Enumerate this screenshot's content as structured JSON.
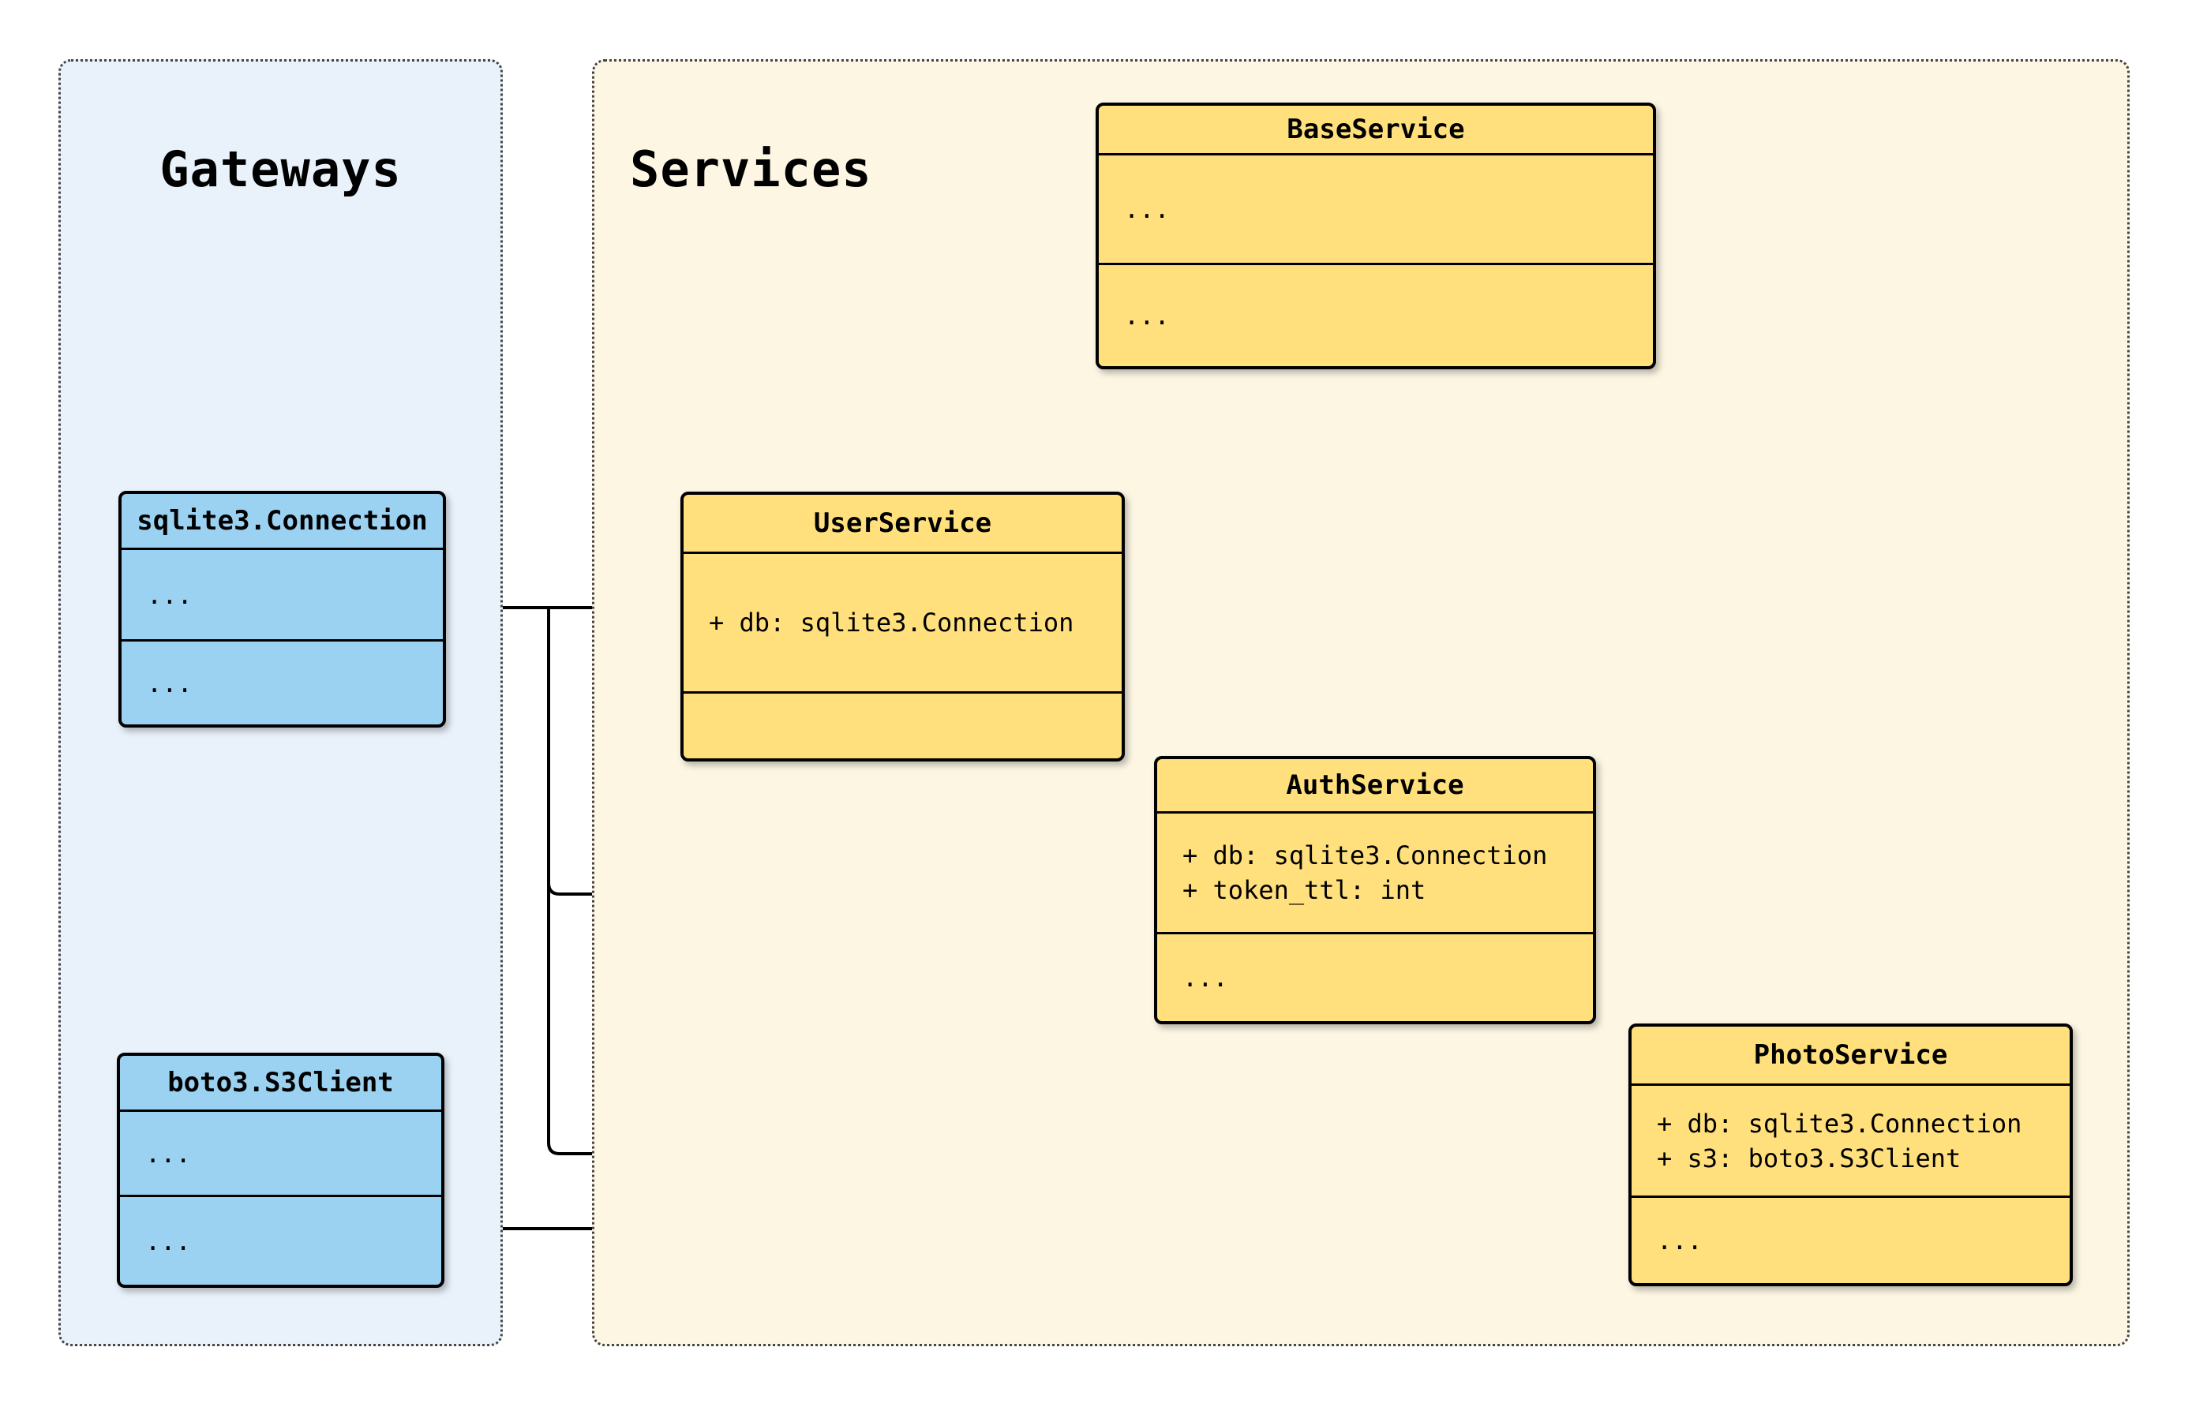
{
  "diagram_type": "uml-class-diagram",
  "containers": {
    "gateways": {
      "title": "Gateways"
    },
    "services": {
      "title": "Services"
    }
  },
  "classes": {
    "sqlite_connection": {
      "name": "sqlite3.Connection",
      "attributes": [
        "..."
      ],
      "methods": [
        "..."
      ]
    },
    "boto3_s3client": {
      "name": "boto3.S3Client",
      "attributes": [
        "..."
      ],
      "methods": [
        "..."
      ]
    },
    "base_service": {
      "name": "BaseService",
      "attributes": [
        "..."
      ],
      "methods": [
        "..."
      ]
    },
    "user_service": {
      "name": "UserService",
      "attributes": [
        "+ db: sqlite3.Connection"
      ],
      "methods": []
    },
    "auth_service": {
      "name": "AuthService",
      "attributes": [
        "+ db: sqlite3.Connection",
        "+ token_ttl: int"
      ],
      "methods": [
        "..."
      ]
    },
    "photo_service": {
      "name": "PhotoService",
      "attributes": [
        "+ db: sqlite3.Connection",
        "+ s3: boto3.S3Client"
      ],
      "methods": [
        "..."
      ]
    }
  },
  "relationships": [
    {
      "from": "UserService",
      "to": "BaseService",
      "type": "inheritance"
    },
    {
      "from": "AuthService",
      "to": "BaseService",
      "type": "inheritance"
    },
    {
      "from": "PhotoService",
      "to": "BaseService",
      "type": "inheritance"
    },
    {
      "from": "sqlite3.Connection",
      "to": "UserService",
      "type": "aggregation"
    },
    {
      "from": "sqlite3.Connection",
      "to": "AuthService",
      "type": "aggregation"
    },
    {
      "from": "sqlite3.Connection",
      "to": "PhotoService",
      "type": "aggregation"
    },
    {
      "from": "boto3.S3Client",
      "to": "PhotoService",
      "type": "aggregation"
    }
  ],
  "colors": {
    "gateways_fill": "#e9f2fb",
    "services_fill": "#fdf6e3",
    "gateway_class_fill": "#9cd2f1",
    "service_class_fill": "#ffe07d",
    "line_color": "#000000",
    "page_background": "#ffffff"
  }
}
